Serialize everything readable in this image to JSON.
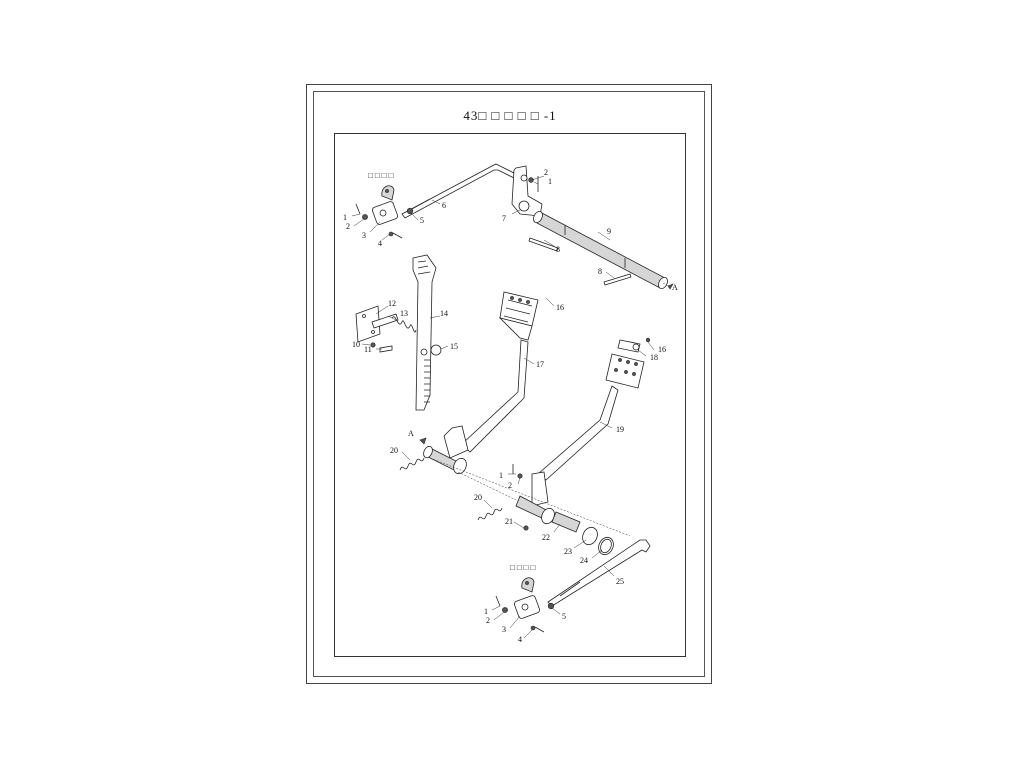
{
  "title": "43□ □ □ □ □ -1",
  "group_label_top": "□ □ □ □",
  "group_label_bottom": "□ □ □ □",
  "ref_arrow_label": "A",
  "callouts": {
    "top_left": [
      "1",
      "2",
      "3",
      "4",
      "5",
      "6"
    ],
    "top_right": [
      "2",
      "1",
      "7",
      "8",
      "9",
      "8"
    ],
    "middle_left": [
      "12",
      "13",
      "14",
      "10",
      "11",
      "15"
    ],
    "middle_right": [
      "16",
      "17",
      "18",
      "16",
      "19"
    ],
    "lower": [
      "20",
      "1",
      "2",
      "20",
      "21",
      "22",
      "23",
      "24",
      "25"
    ],
    "bottom": [
      "1",
      "2",
      "3",
      "4",
      "5"
    ]
  }
}
